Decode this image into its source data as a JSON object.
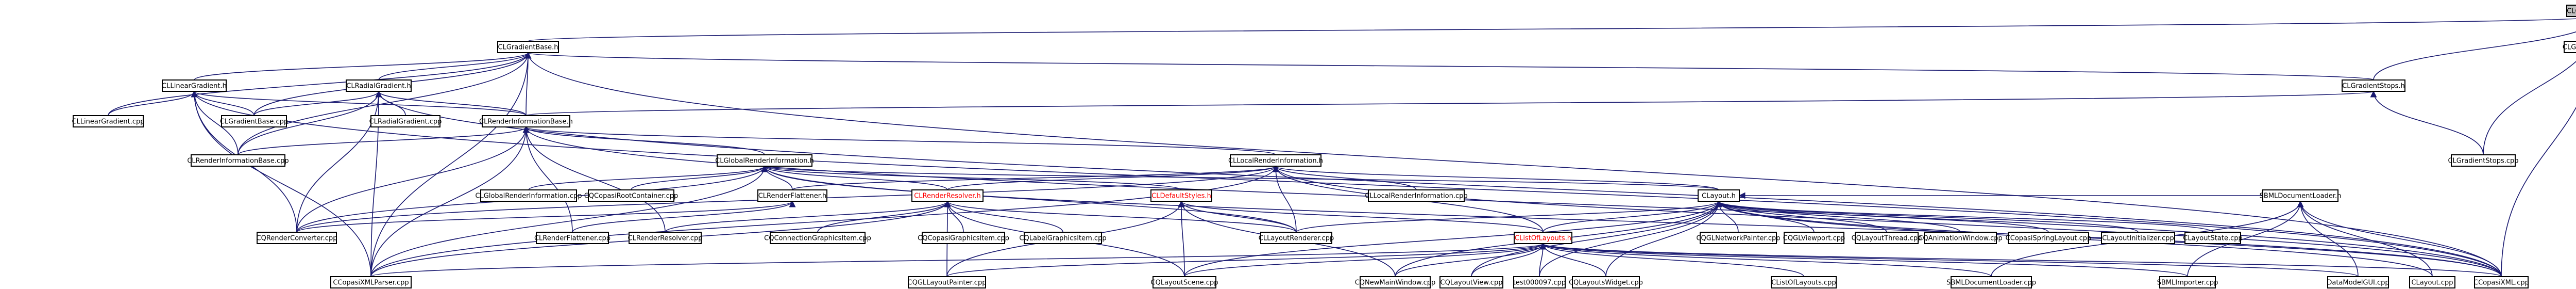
{
  "diagram": {
    "kind": "include-dependency-graph",
    "colors": {
      "edge": "#191970",
      "root_fill": "#bfbfbf",
      "node_fill": "#ffffff",
      "red_label": "#ff0000"
    },
    "nodes": [
      {
        "id": "n0",
        "label": "CLGradientStops.h",
        "root": true
      },
      {
        "id": "n1",
        "label": "CLGradientBase.h"
      },
      {
        "id": "n2",
        "label": "CLGradientStop.cpp"
      },
      {
        "id": "n3",
        "label": "CLLinearGradient.h"
      },
      {
        "id": "n4",
        "label": "CLRadialGradient.h"
      },
      {
        "id": "n5",
        "label": "CLRenderInformationBase.h"
      },
      {
        "id": "n6",
        "label": "CLGradientStops.h"
      },
      {
        "id": "n7",
        "label": "CLLinearGradient.cpp"
      },
      {
        "id": "n8",
        "label": "CLGradientBase.cpp"
      },
      {
        "id": "n9",
        "label": "CLRadialGradient.cpp"
      },
      {
        "id": "n10",
        "label": "CLGradientStops.cpp"
      },
      {
        "id": "n11",
        "label": "CLRenderInformationBase.cpp"
      },
      {
        "id": "n12",
        "label": "CLGlobalRenderInformation.h"
      },
      {
        "id": "n13",
        "label": "CLLocalRenderInformation.h"
      },
      {
        "id": "n14",
        "label": "CLGlobalRenderInformation.cpp"
      },
      {
        "id": "n15",
        "label": "CQCopasiRootContainer.cpp"
      },
      {
        "id": "n16",
        "label": "CLRenderFlattener.h"
      },
      {
        "id": "n17",
        "label": "CLRenderResolver.h",
        "red": true
      },
      {
        "id": "n18",
        "label": "CLDefaultStyles.h",
        "red": true
      },
      {
        "id": "n19",
        "label": "CLLocalRenderInformation.cpp"
      },
      {
        "id": "n20",
        "label": "CLayout.h"
      },
      {
        "id": "n21",
        "label": "SBMLDocumentLoader.h"
      },
      {
        "id": "n22",
        "label": "CQRenderConverter.cpp"
      },
      {
        "id": "n23",
        "label": "CLRenderFlattener.cpp"
      },
      {
        "id": "n24",
        "label": "CLRenderResolver.cpp"
      },
      {
        "id": "n25",
        "label": "CQConnectionGraphicsItem.cpp"
      },
      {
        "id": "n26",
        "label": "CQCopasiGraphicsItem.cpp"
      },
      {
        "id": "n27",
        "label": "CQLabelGraphicsItem.cpp"
      },
      {
        "id": "n28",
        "label": "CLLayoutRenderer.cpp"
      },
      {
        "id": "n29",
        "label": "CListOfLayouts.h",
        "red": true
      },
      {
        "id": "n30",
        "label": "CQGLNetworkPainter.cpp"
      },
      {
        "id": "n31",
        "label": "CQGLViewport.cpp"
      },
      {
        "id": "n32",
        "label": "CQLayoutThread.cpp"
      },
      {
        "id": "n33",
        "label": "CQAnimationWindow.cpp"
      },
      {
        "id": "n34",
        "label": "CCopasiSpringLayout.cpp"
      },
      {
        "id": "n35",
        "label": "CLayoutInitializer.cpp"
      },
      {
        "id": "n36",
        "label": "CLayoutState.cpp"
      },
      {
        "id": "n37",
        "label": "CCopasiXMLParser.cpp"
      },
      {
        "id": "n38",
        "label": "CQGLLayoutPainter.cpp"
      },
      {
        "id": "n39",
        "label": "CQLayoutScene.cpp"
      },
      {
        "id": "n40",
        "label": "CQNewMainWindow.cpp"
      },
      {
        "id": "n41",
        "label": "CQLayoutView.cpp"
      },
      {
        "id": "n42",
        "label": "test000097.cpp"
      },
      {
        "id": "n43",
        "label": "CQLayoutsWidget.cpp"
      },
      {
        "id": "n44",
        "label": "CListOfLayouts.cpp"
      },
      {
        "id": "n45",
        "label": "SBMLDocumentLoader.cpp"
      },
      {
        "id": "n46",
        "label": "SBMLImporter.cpp"
      },
      {
        "id": "n47",
        "label": "DataModelGUI.cpp"
      },
      {
        "id": "n48",
        "label": "CLayout.cpp"
      },
      {
        "id": "n49",
        "label": "CCopasiXML.cpp"
      }
    ],
    "edges": [
      [
        "n0",
        "n1"
      ],
      [
        "n0",
        "n2"
      ],
      [
        "n0",
        "n6"
      ],
      [
        "n0",
        "n10"
      ],
      [
        "n0",
        "n49"
      ],
      [
        "n1",
        "n3"
      ],
      [
        "n1",
        "n4"
      ],
      [
        "n1",
        "n5"
      ],
      [
        "n1",
        "n8"
      ],
      [
        "n1",
        "n6"
      ],
      [
        "n1",
        "n37"
      ],
      [
        "n1",
        "n49"
      ],
      [
        "n1",
        "n11"
      ],
      [
        "n1",
        "n7"
      ],
      [
        "n3",
        "n7"
      ],
      [
        "n3",
        "n8"
      ],
      [
        "n3",
        "n5"
      ],
      [
        "n3",
        "n11"
      ],
      [
        "n3",
        "n37"
      ],
      [
        "n3",
        "n22"
      ],
      [
        "n3",
        "n49"
      ],
      [
        "n4",
        "n9"
      ],
      [
        "n4",
        "n8"
      ],
      [
        "n4",
        "n5"
      ],
      [
        "n4",
        "n11"
      ],
      [
        "n4",
        "n37"
      ],
      [
        "n4",
        "n22"
      ],
      [
        "n4",
        "n49"
      ],
      [
        "n5",
        "n11"
      ],
      [
        "n5",
        "n12"
      ],
      [
        "n5",
        "n13"
      ],
      [
        "n5",
        "n37"
      ],
      [
        "n5",
        "n49"
      ],
      [
        "n5",
        "n23"
      ],
      [
        "n5",
        "n24"
      ],
      [
        "n5",
        "n22"
      ],
      [
        "n6",
        "n10"
      ],
      [
        "n6",
        "n5"
      ],
      [
        "n12",
        "n14"
      ],
      [
        "n12",
        "n15"
      ],
      [
        "n12",
        "n16"
      ],
      [
        "n12",
        "n17"
      ],
      [
        "n12",
        "n18"
      ],
      [
        "n12",
        "n37"
      ],
      [
        "n12",
        "n22"
      ],
      [
        "n12",
        "n28"
      ],
      [
        "n12",
        "n49"
      ],
      [
        "n12",
        "n20"
      ],
      [
        "n13",
        "n19"
      ],
      [
        "n13",
        "n20"
      ],
      [
        "n13",
        "n16"
      ],
      [
        "n13",
        "n17"
      ],
      [
        "n13",
        "n28"
      ],
      [
        "n13",
        "n37"
      ],
      [
        "n13",
        "n49"
      ],
      [
        "n13",
        "n29"
      ],
      [
        "n13",
        "n22"
      ],
      [
        "n16",
        "n23"
      ],
      [
        "n16",
        "n22"
      ],
      [
        "n17",
        "n24"
      ],
      [
        "n17",
        "n25"
      ],
      [
        "n17",
        "n26"
      ],
      [
        "n17",
        "n27"
      ],
      [
        "n17",
        "n28"
      ],
      [
        "n17",
        "n38"
      ],
      [
        "n17",
        "n39"
      ],
      [
        "n17",
        "n37"
      ],
      [
        "n18",
        "n28"
      ],
      [
        "n18",
        "n38"
      ],
      [
        "n18",
        "n39"
      ],
      [
        "n18",
        "n40"
      ],
      [
        "n18",
        "n29"
      ],
      [
        "n20",
        "n29"
      ],
      [
        "n20",
        "n30"
      ],
      [
        "n20",
        "n31"
      ],
      [
        "n20",
        "n32"
      ],
      [
        "n20",
        "n33"
      ],
      [
        "n20",
        "n34"
      ],
      [
        "n20",
        "n35"
      ],
      [
        "n20",
        "n36"
      ],
      [
        "n20",
        "n21"
      ],
      [
        "n20",
        "n48"
      ],
      [
        "n20",
        "n49"
      ],
      [
        "n20",
        "n28"
      ],
      [
        "n20",
        "n39"
      ],
      [
        "n20",
        "n40"
      ],
      [
        "n20",
        "n41"
      ],
      [
        "n20",
        "n43"
      ],
      [
        "n20",
        "n42"
      ],
      [
        "n29",
        "n44"
      ],
      [
        "n29",
        "n45"
      ],
      [
        "n29",
        "n46"
      ],
      [
        "n29",
        "n47"
      ],
      [
        "n29",
        "n40"
      ],
      [
        "n29",
        "n41"
      ],
      [
        "n29",
        "n42"
      ],
      [
        "n29",
        "n43"
      ],
      [
        "n29",
        "n38"
      ],
      [
        "n29",
        "n39"
      ],
      [
        "n29",
        "n37"
      ],
      [
        "n29",
        "n49"
      ],
      [
        "n21",
        "n45"
      ],
      [
        "n21",
        "n46"
      ],
      [
        "n21",
        "n47"
      ],
      [
        "n21",
        "n48"
      ],
      [
        "n21",
        "n49"
      ]
    ]
  }
}
